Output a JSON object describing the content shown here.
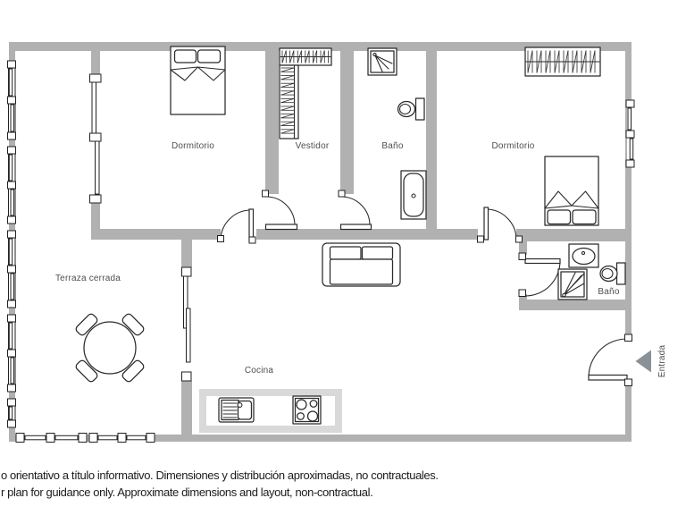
{
  "floorplan": {
    "rooms": [
      {
        "id": "dormitorio-1",
        "label": "Dormitorio"
      },
      {
        "id": "vestidor",
        "label": "Vestidor"
      },
      {
        "id": "bano-1",
        "label": "Baño"
      },
      {
        "id": "dormitorio-2",
        "label": "Dormitorio"
      },
      {
        "id": "terraza",
        "label": "Terraza cerrada"
      },
      {
        "id": "cocina",
        "label": "Cocina"
      },
      {
        "id": "bano-2",
        "label": "Baño"
      }
    ],
    "entrance": {
      "label": "Entrada"
    },
    "icons": {
      "entrance-arrow-icon": "left-pointing gray triangle",
      "double-bed-icon": "bed with two pillows and folded blanket",
      "wardrobe-icon": "rectangle with hanger hatching",
      "shower-icon": "square with spray lines",
      "toilet-icon": "bowl with cistern",
      "bathtub-icon": "rounded tub with drain",
      "washbasin-icon": "rect with oval basin",
      "sofa-icon": "two-seater sofa",
      "dining-table-icon": "round table with four chairs",
      "kitchen-sink-icon": "sink with drainer",
      "hob-icon": "four burner hob",
      "door-icon": "door leaf with swing arc",
      "window-icon": "framed sliding window"
    },
    "colors": {
      "wall": "#b1b1b1",
      "counter": "#d9d9d9",
      "line": "#2b2b2b",
      "label": "#4f4f4f",
      "entrance": "#8a9199",
      "disclaimer": "#1c1c1c"
    }
  },
  "disclaimer": {
    "line1_es": "o orientativo a título informativo. Dimensiones y distribución aproximadas, no contractuales.",
    "line2_en": "r plan for guidance only. Approximate dimensions and layout, non-contractual."
  }
}
